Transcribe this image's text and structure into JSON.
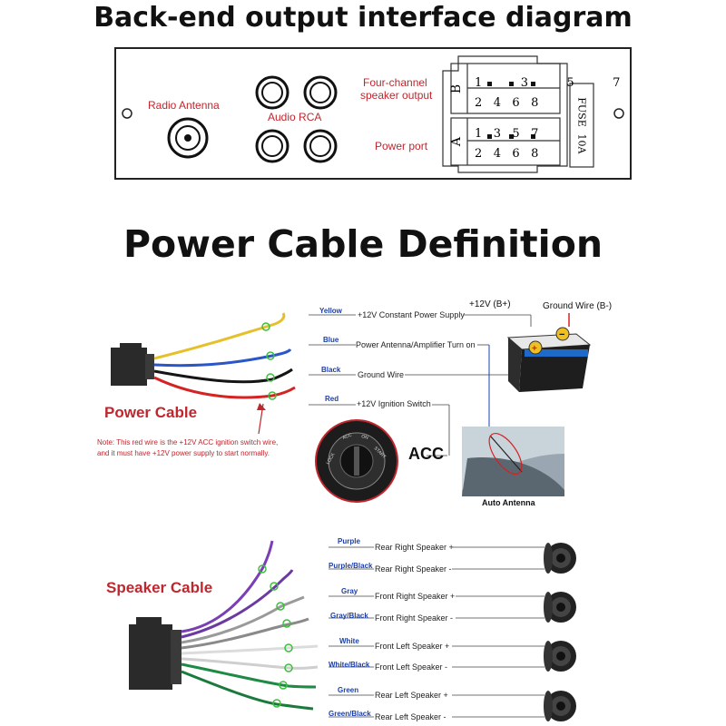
{
  "header": {
    "title": "Back-end output interface diagram"
  },
  "panel": {
    "radio_antenna": "Radio Antenna",
    "audio_rca": "Audio RCA",
    "four_channel": "Four-channel",
    "speaker_output": "speaker output",
    "power_port": "Power port",
    "connector_b_letter": "B",
    "connector_a_letter": "A",
    "pins_top": [
      "1",
      "3",
      "5",
      "7"
    ],
    "pins_bottom": [
      "2",
      "4",
      "6",
      "8"
    ],
    "fuse_label": "FUSE",
    "fuse_rating": "10A"
  },
  "power_section": {
    "title": "Power Cable Definition",
    "cable_label": "Power Cable",
    "note_line1": "Note: This red wire is the +12V ACC ignition switch wire,",
    "note_line2": "and it must have +12V power supply to start normally.",
    "acc_label": "ACC",
    "battery_positive": "+12V (B+)",
    "battery_ground": "Ground Wire (B-)",
    "auto_antenna": "Auto Antenna",
    "ignition_labels": [
      "LOCK",
      "ACC",
      "ON",
      "START"
    ],
    "wires": [
      {
        "color": "Yellow",
        "desc": "+12V Constant Power Supply",
        "hex": "#e6c02a"
      },
      {
        "color": "Blue",
        "desc": "Power Antenna/Amplifier Turn on",
        "hex": "#2a56c8"
      },
      {
        "color": "Black",
        "desc": "Ground Wire",
        "hex": "#151515"
      },
      {
        "color": "Red",
        "desc": "+12V Ignition Switch",
        "hex": "#d52222"
      }
    ]
  },
  "speaker_section": {
    "cable_label": "Speaker Cable",
    "wires": [
      {
        "color": "Purple",
        "desc": "Rear Right Speaker +",
        "hex": "#7a3fb5"
      },
      {
        "color": "Purple/Black",
        "desc": "Rear Right Speaker -",
        "hex": "#6a3aa0"
      },
      {
        "color": "Gray",
        "desc": "Front Right Speaker +",
        "hex": "#9a9a9a"
      },
      {
        "color": "Gray/Black",
        "desc": "Front Right Speaker -",
        "hex": "#8a8a8a"
      },
      {
        "color": "White",
        "desc": "Front Left Speaker +",
        "hex": "#dcdcdc"
      },
      {
        "color": "White/Black",
        "desc": "Front  Left Speaker -",
        "hex": "#cfcfcf"
      },
      {
        "color": "Green",
        "desc": "Rear Left Speaker +",
        "hex": "#1f8a45"
      },
      {
        "color": "Green/Black",
        "desc": "Rear Left Speaker -",
        "hex": "#1a7a3c"
      }
    ]
  }
}
